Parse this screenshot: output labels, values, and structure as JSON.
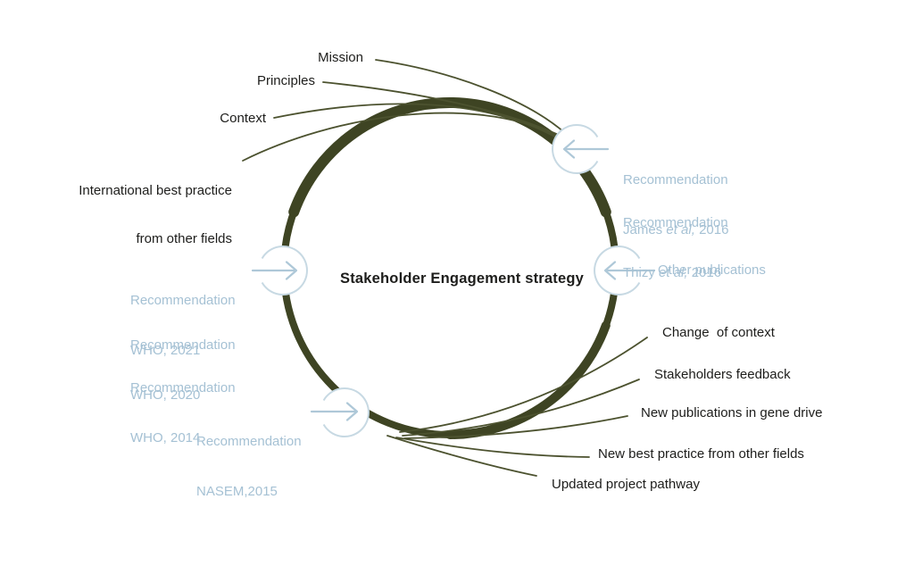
{
  "center": {
    "title": "Stakeholder Engagement strategy"
  },
  "inputs_top": {
    "mission": "Mission",
    "principles": "Principles",
    "context": "Context",
    "intl_best_practice_line1": "International best practice",
    "intl_best_practice_line2": "from other fields"
  },
  "recommendations_left": [
    {
      "line1": "Recommendation",
      "line2": "WHO, 2021"
    },
    {
      "line1": "Recommendation",
      "line2": "WHO, 2020"
    },
    {
      "line1": "Recommendation",
      "line2": "WHO, 2014"
    },
    {
      "line1": "Recommendation",
      "line2": "NASEM,2015"
    }
  ],
  "recommendations_right": [
    {
      "line1": "Recommendation",
      "author": "James",
      "etal": "et al,",
      "year": "2016"
    },
    {
      "line1": "Recommendation",
      "author": "Thizy",
      "etal": "et al,",
      "year": "2016"
    }
  ],
  "other_publications": "Other publications",
  "outputs_bottom": [
    "Change  of context",
    "Stakeholders feedback",
    "New publications in gene drive",
    "New best practice from other fields",
    "Updated project pathway"
  ],
  "icons": {
    "arrow_left": "left-arrow-icon",
    "arrow_right": "right-arrow-icon"
  },
  "colors": {
    "ring_olive": "#3e4423",
    "connector_olive": "#4c522f",
    "accent_blue_text": "#a5c1d4",
    "accent_blue_stroke": "#c7d9e3",
    "arrow_blue": "#aec8d8",
    "text_dark": "#1d1d1b"
  }
}
